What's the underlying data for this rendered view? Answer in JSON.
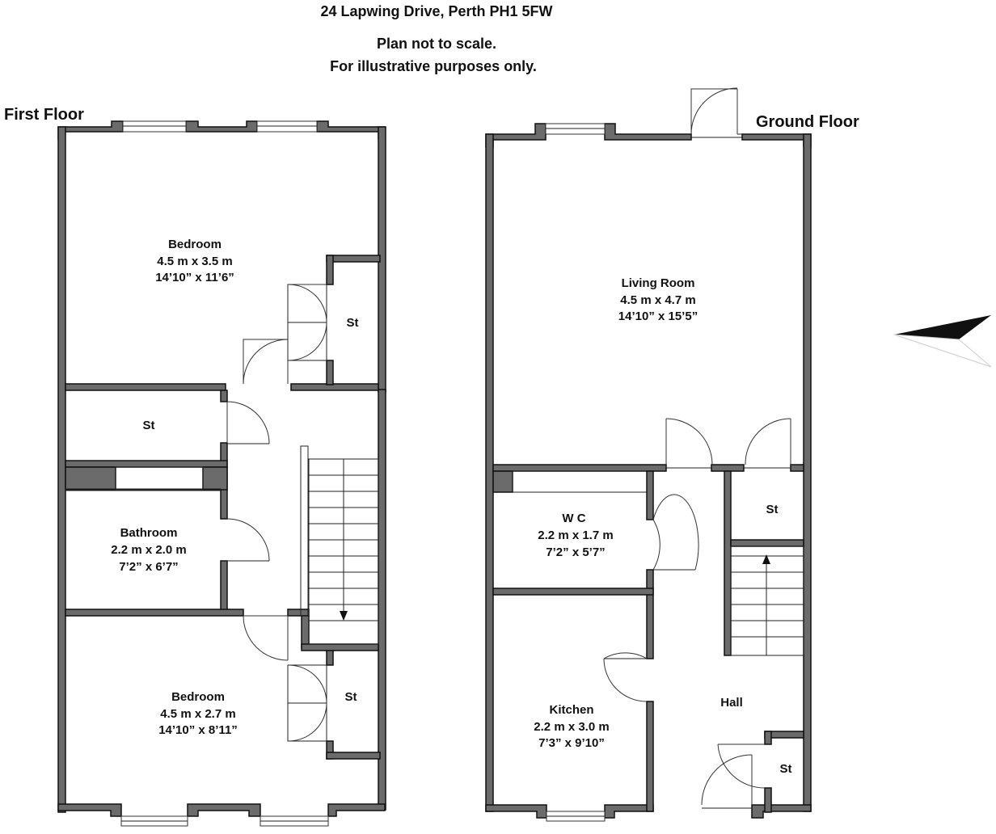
{
  "header": {
    "address": "24 Lapwing Drive, Perth PH1 5FW",
    "note_line1": "Plan not to scale.",
    "note_line2": "For illustrative purposes only."
  },
  "floors": {
    "first": {
      "title": "First Floor",
      "rooms": [
        {
          "name": "Bedroom",
          "metric": "4.5 m x 3.5 m",
          "imperial": "14’10” x 11’6”"
        },
        {
          "name": "St"
        },
        {
          "name": "St"
        },
        {
          "name": "Bathroom",
          "metric": "2.2 m x 2.0 m",
          "imperial": "7’2” x 6’7”"
        },
        {
          "name": "Bedroom",
          "metric": "4.5 m x 2.7 m",
          "imperial": "14’10” x 8’11”"
        },
        {
          "name": "St"
        }
      ]
    },
    "ground": {
      "title": "Ground Floor",
      "rooms": [
        {
          "name": "Living Room",
          "metric": "4.5 m x 4.7 m",
          "imperial": "14’10” x 15’5”"
        },
        {
          "name": "St"
        },
        {
          "name": "W C",
          "metric": "2.2 m x 1.7 m",
          "imperial": "7’2” x 5’7”"
        },
        {
          "name": "Kitchen",
          "metric": "2.2 m x 3.0 m",
          "imperial": "7’3” x 9’10”"
        },
        {
          "name": "Hall"
        },
        {
          "name": "St"
        }
      ]
    }
  },
  "colors": {
    "wall": "#6b6b6b",
    "outline": "#111111",
    "compass": "#111111"
  }
}
